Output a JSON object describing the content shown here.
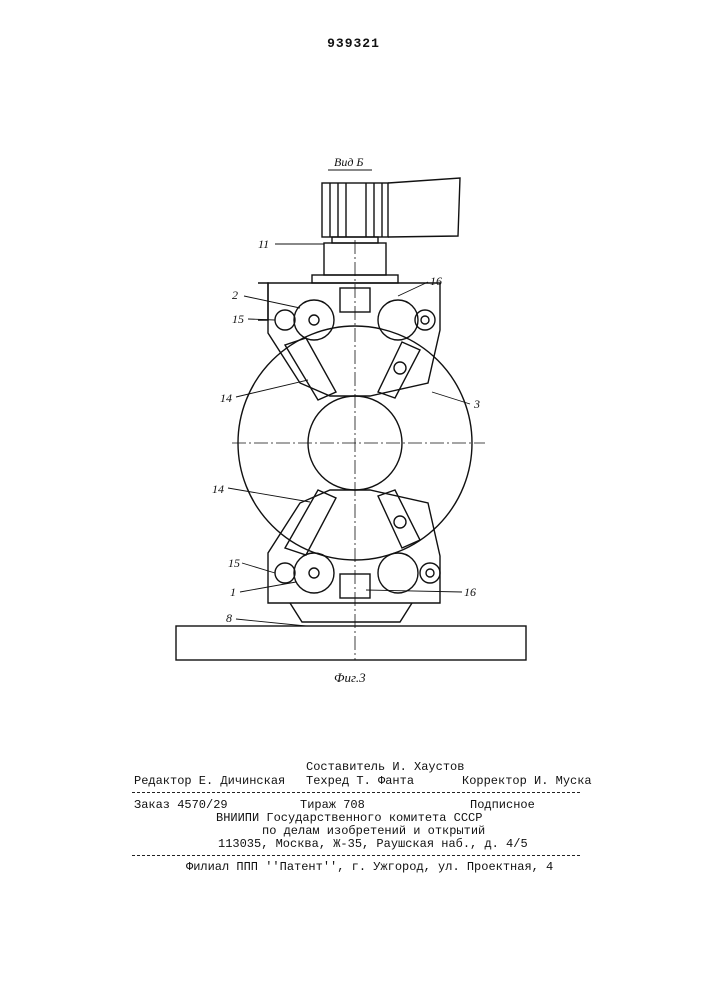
{
  "page_number": "939321",
  "figure": {
    "view_label": "Вид Б",
    "caption": "Фиг.3",
    "callouts": {
      "l11": "11",
      "l2": "2",
      "l16_top": "16",
      "l15_top": "15",
      "l3": "3",
      "l14_top": "14",
      "l14_bottom": "14",
      "l15_bottom": "15",
      "l1": "1",
      "l16_bottom": "16",
      "l8": "8"
    }
  },
  "imprint": {
    "compiler": "Составитель И. Хаустов",
    "editor": "Редактор Е. Дичинская",
    "techred": "Техред Т. Фанта",
    "corrector": "Корректор И. Муска",
    "order": "Заказ 4570/29",
    "circulation": "Тираж 708",
    "subscription": "Подписное",
    "org_line1": "ВНИИПИ Государственного комитета СССР",
    "org_line2": "по делам изобретений и открытий",
    "address": "113035, Москва, Ж-35, Раушская наб., д. 4/5",
    "branch": "Филиал ППП ''Патент'', г. Ужгород, ул. Проектная, 4"
  }
}
